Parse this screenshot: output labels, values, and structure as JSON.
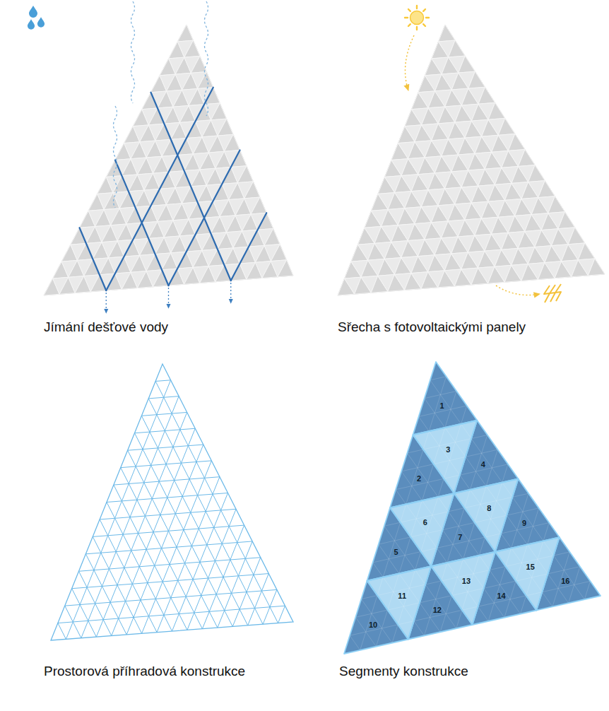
{
  "diagram": {
    "labels": [
      "Jímání dešťové vody",
      "Sřecha s fotovoltaickými panely",
      "Prostorová příhradová konstrukce",
      "Segmenty konstrukce",
      "1",
      "2",
      "3",
      "4",
      "5",
      "6",
      "7",
      "8",
      "9",
      "10",
      "11",
      "12",
      "13",
      "14",
      "15",
      "16"
    ]
  }
}
